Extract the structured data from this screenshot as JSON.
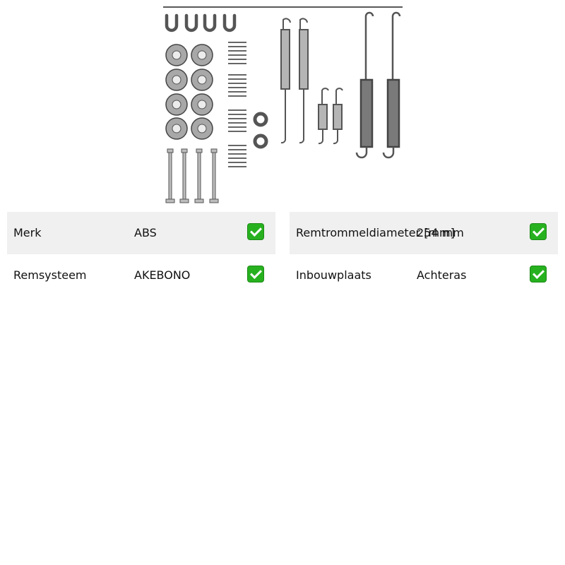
{
  "product": {
    "image_icon": "brake-shoe-accessory-kit-drawing"
  },
  "specs": {
    "left": [
      {
        "label": "Merk",
        "value": "ABS",
        "check_icon": "check-box-icon"
      },
      {
        "label": "Remsysteem",
        "value": "AKEBONO",
        "check_icon": "check-box-icon"
      }
    ],
    "right": [
      {
        "label": "Remtrommeldiameter [mm]",
        "value": "254 mm",
        "check_icon": "check-box-icon"
      },
      {
        "label": "Inbouwplaats",
        "value": "Achteras",
        "check_icon": "check-box-icon"
      }
    ]
  },
  "colors": {
    "row_shade": "#f0f0f0",
    "check_green": "#27b11f",
    "part_metal": "#9a9a9a"
  }
}
